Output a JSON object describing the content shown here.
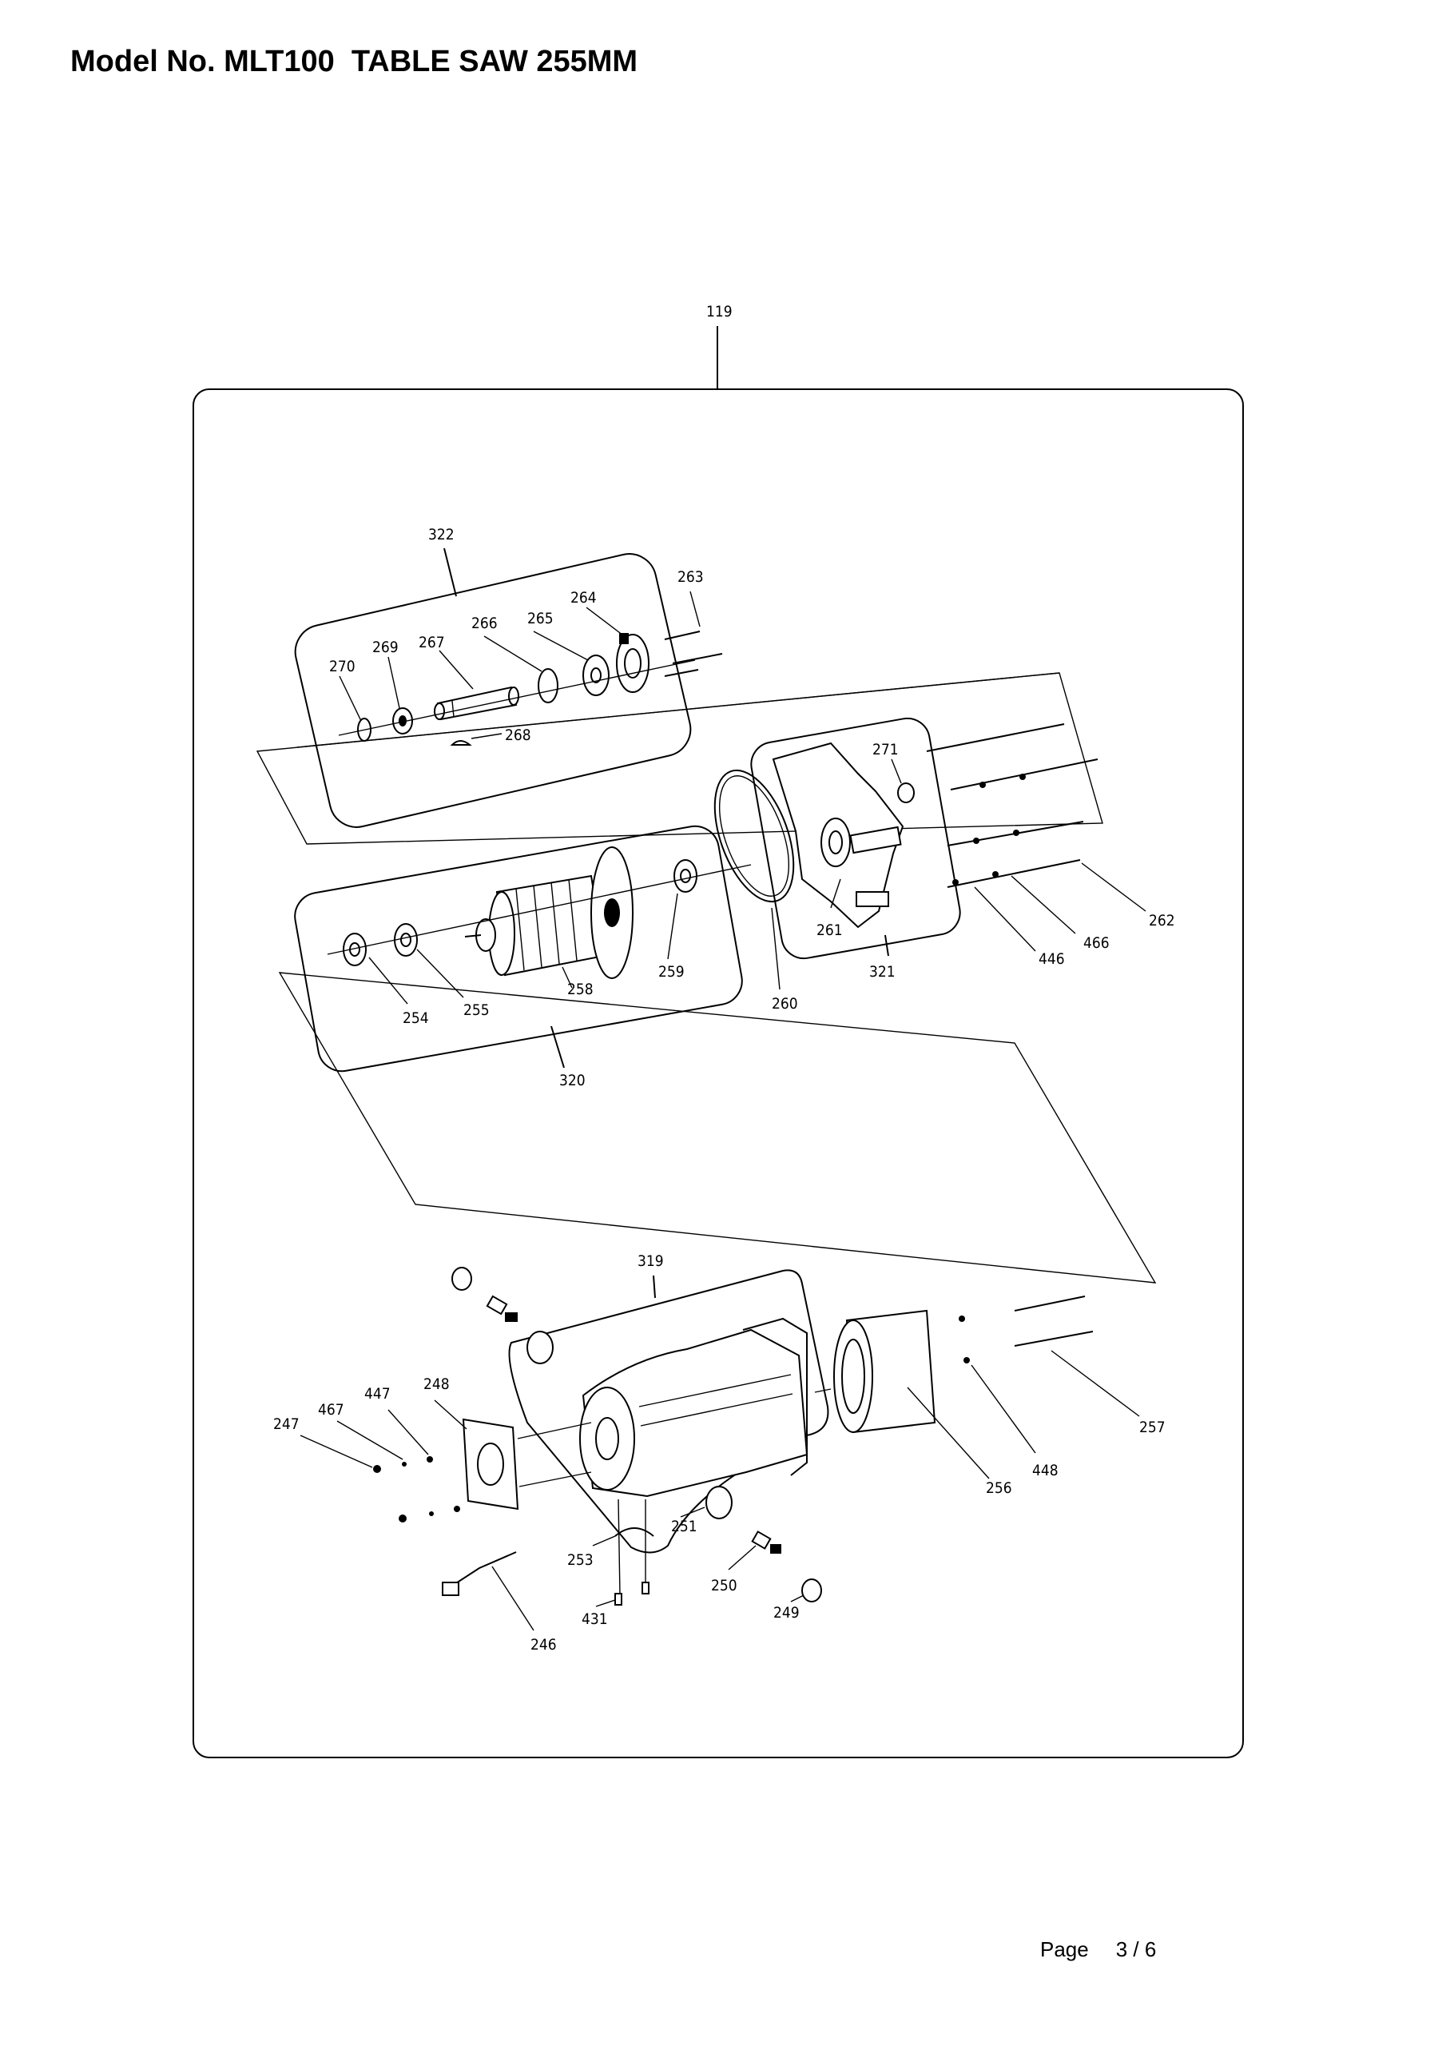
{
  "header": {
    "title": "Model No. MLT100  TABLE SAW 255MM"
  },
  "footer": {
    "page_label": "Page",
    "page_number": "3 / 6"
  },
  "parts": {
    "p119": "119",
    "p322": "322",
    "p263": "263",
    "p264": "264",
    "p265": "265",
    "p266": "266",
    "p267": "267",
    "p269": "269",
    "p270": "270",
    "p268": "268",
    "p271": "271",
    "p262": "262",
    "p466": "466",
    "p446": "446",
    "p321": "321",
    "p261": "261",
    "p260": "260",
    "p259": "259",
    "p258": "258",
    "p255": "255",
    "p254": "254",
    "p320": "320",
    "p319": "319",
    "p248": "248",
    "p447": "447",
    "p467": "467",
    "p247": "247",
    "p257": "257",
    "p448": "448",
    "p256": "256",
    "p251": "251",
    "p253": "253",
    "p250": "250",
    "p249": "249",
    "p431": "431",
    "p246": "246"
  }
}
